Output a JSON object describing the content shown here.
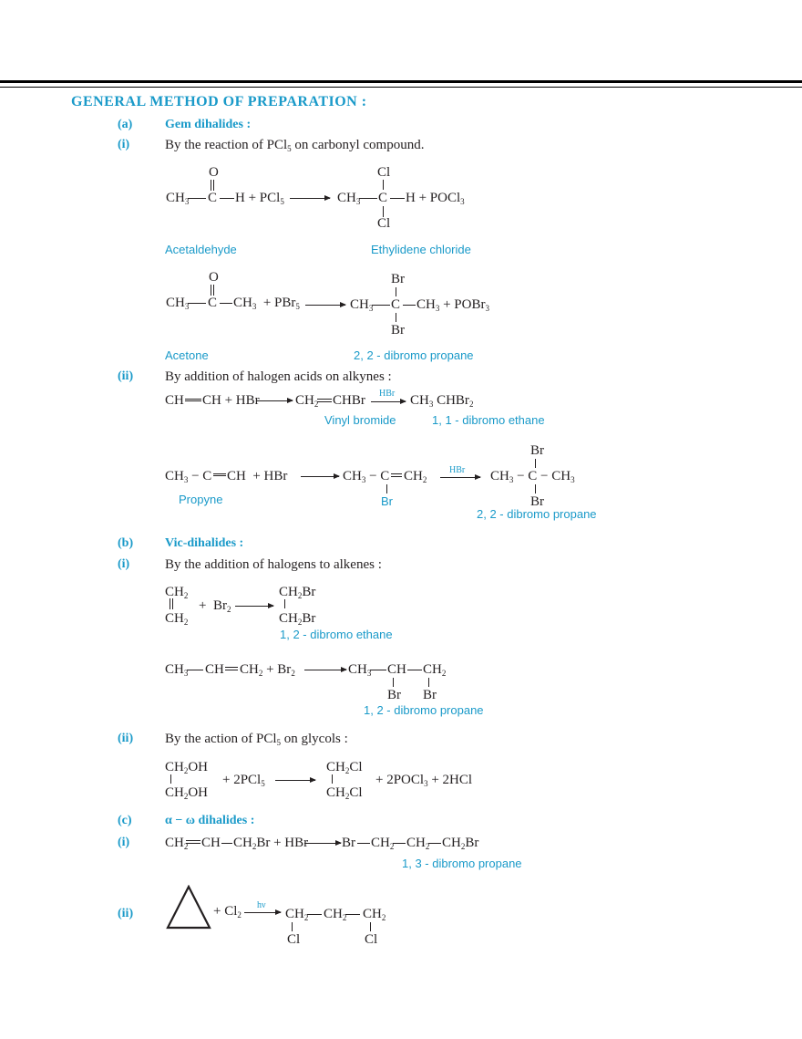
{
  "heading": "GENERAL METHOD OF PREPARATION :",
  "a": {
    "label": "(a)",
    "title": "Gem dihalides :"
  },
  "a_i": {
    "label": "(i)",
    "text_pre": "By the reaction of PCl",
    "text_sub": "5",
    "text_post": " on carbonyl compound."
  },
  "names": {
    "acetaldehyde": "Acetaldehyde",
    "ethylidene": "Ethylidene chloride",
    "acetone": "Acetone",
    "dibromopropane22": "2, 2 - dibromo propane",
    "vinylbromide": "Vinyl bromide",
    "dibromoethane11": "1, 1 - dibromo ethane",
    "propyne": "Propyne",
    "br_label": "Br",
    "dibromopropane22b": "2, 2 - dibromo propane",
    "dibromoethane12": "1, 2 - dibromo ethane",
    "dibromopropane12": "1, 2 - dibromo propane",
    "dibromopropane13": "1, 3 - dibromo propane"
  },
  "a_ii": {
    "label": "(ii)",
    "text": "By addition of halogen acids on alkynes :"
  },
  "b": {
    "label": "(b)",
    "title": "Vic-dihalides :"
  },
  "b_i": {
    "label": "(i)",
    "text": "By the addition of halogens to alkenes :"
  },
  "b_ii": {
    "label": "(ii)",
    "text_pre": "By the action of PCl",
    "text_sub": "5",
    "text_post": " on glycols :"
  },
  "c": {
    "label": "(c)",
    "title": "α − ω dihalides :"
  },
  "c_i": {
    "label": "(i)"
  },
  "c_ii": {
    "label": "(ii)"
  },
  "conditions": {
    "hbr": "HBr",
    "hv": "hν"
  }
}
